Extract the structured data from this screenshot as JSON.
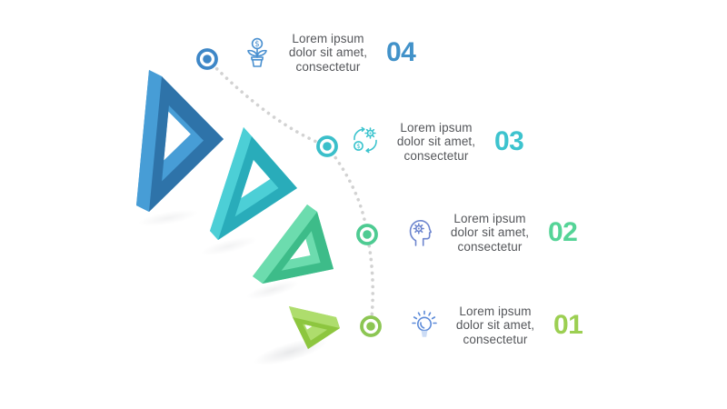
{
  "canvas": {
    "background": "#ffffff"
  },
  "arc": {
    "dot_color": "#d2d2d2"
  },
  "label_text_color": "#54565a",
  "steps": [
    {
      "number": "04",
      "lines": [
        "Lorem ipsum",
        "dolor sit amet,",
        "consectetur"
      ],
      "number_color": "#4292c9",
      "marker_color": "#3e87c7",
      "icon": "money-plant-icon",
      "icon_color": "#4a90d0",
      "triangle": {
        "front": "#2e73a9",
        "side": "#479dd6"
      }
    },
    {
      "number": "03",
      "lines": [
        "Lorem ipsum",
        "dolor sit amet,",
        "consectetur"
      ],
      "number_color": "#3dc3ce",
      "marker_color": "#3bbfca",
      "icon": "process-gears-icon",
      "icon_color": "#3cc4ce",
      "triangle": {
        "front": "#29acba",
        "side": "#4ccfd6"
      }
    },
    {
      "number": "02",
      "lines": [
        "Lorem ipsum",
        "dolor sit amet,",
        "consectetur"
      ],
      "number_color": "#55d497",
      "marker_color": "#4ecb92",
      "icon": "head-gear-icon",
      "icon_color": "#6e86cf",
      "triangle": {
        "front": "#3dbc89",
        "side": "#6cdcae"
      }
    },
    {
      "number": "01",
      "lines": [
        "Lorem ipsum",
        "dolor sit amet,",
        "consectetur"
      ],
      "number_color": "#9ccf52",
      "marker_color": "#8cc653",
      "icon": "lightbulb-icon",
      "icon_color": "#5d8bd9",
      "triangle": {
        "front": "#8dc63f",
        "side": "#aedd6d"
      }
    }
  ]
}
